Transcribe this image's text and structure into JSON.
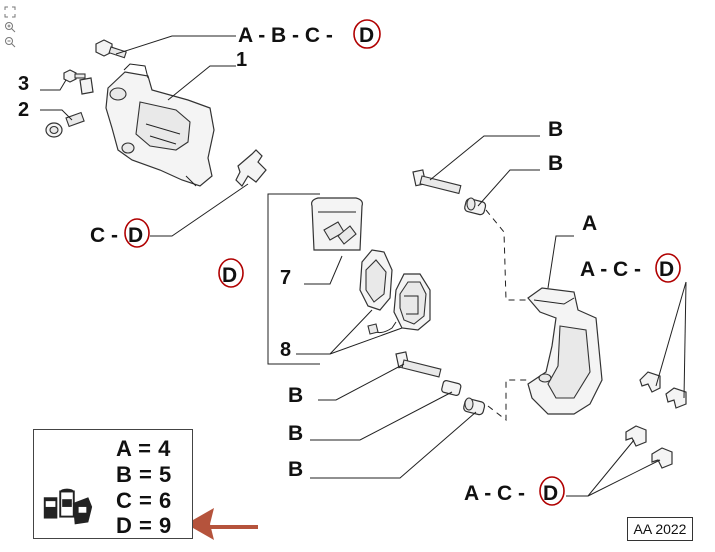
{
  "toolbar": {
    "tools": [
      {
        "icon": "fit-page-icon"
      },
      {
        "icon": "zoom-in-icon"
      },
      {
        "icon": "zoom-out-icon"
      }
    ]
  },
  "callouts": {
    "abcd_top": {
      "prefix": "A - B - C -",
      "circled": "D"
    },
    "cd_left": {
      "prefix": "C -",
      "circled": "D"
    },
    "d_kit": {
      "circled": "D"
    },
    "ac_right_upper": {
      "prefix": "A - C -",
      "circled": "D"
    },
    "ac_right_lower": {
      "prefix": "A - C -",
      "circled": "D"
    },
    "part_1": "1",
    "part_2": "2",
    "part_3": "3",
    "part_7": "7",
    "part_8": "8",
    "part_a": "A",
    "part_b1": "B",
    "part_b2": "B",
    "part_b3": "B",
    "part_b4": "B",
    "part_b5": "B"
  },
  "legend": {
    "lines": [
      "A = 4",
      "B = 5",
      "C = 6",
      "D = 9"
    ],
    "icon": "parts-kit-icon"
  },
  "pointer": {
    "icon": "arrow-left-icon",
    "color": "#b5533c"
  },
  "accent": {
    "circle": "#b00000"
  },
  "diagram_code": "AA 2022"
}
